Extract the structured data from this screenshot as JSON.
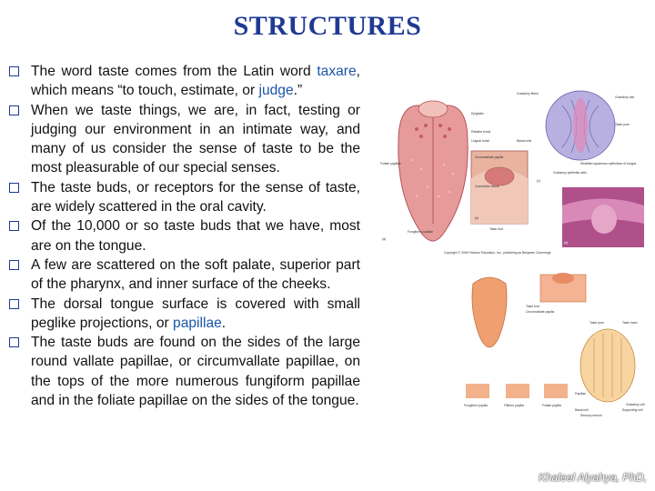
{
  "title": "STRUCTURES",
  "bullets": [
    {
      "parts": [
        "The word taste comes from the Latin word ",
        "taxare",
        ", which means  “to touch, estimate, or ",
        "judge",
        ".”"
      ]
    },
    {
      "parts": [
        "When we taste things, we are, in fact, testing or judging our environment in an intimate way, and many of us consider the sense of taste to be the most pleasurable of our special senses."
      ]
    },
    {
      "parts": [
        "The taste buds, or receptors for the sense of taste, are widely scattered in the oral cavity."
      ]
    },
    {
      "parts": [
        "Of the 10,000 or so taste buds that we have, most are on the tongue."
      ]
    },
    {
      "parts": [
        "A few are scattered on the soft palate, superior part of the pharynx, and inner surface of the cheeks."
      ]
    },
    {
      "parts": [
        "The dorsal tongue surface is covered with small peglike projections, or ",
        "papillae",
        "."
      ]
    },
    {
      "parts": [
        "The taste buds are found on the sides of the large round vallate papillae, or circumvallate papillae, on the tops of the more numerous fungiform papillae and in the foliate papillae on the sides of the tongue."
      ]
    }
  ],
  "figure_top_labels": {
    "epiglottis": "Epiglottis",
    "palatine_tonsil": "Palatine tonsil",
    "lingual_tonsil": "Lingual tonsil",
    "foliate_papillae": "Foliate papillae",
    "fungiform_papillae": "Fungiform papillae",
    "circumvallate_papilla": "Circumvallate papilla",
    "taste_bud": "Taste bud",
    "gustatory_hair": "Gustatory hair",
    "taste_pore": "Taste pore",
    "basal_cells": "Basal cells",
    "gustatory_fibers": "Gustatory fibers",
    "connective_tissue": "Connective tissue",
    "gustatory_epithelial_cells": "Gustatory epithelial cells",
    "stratified_epithelium": "Stratified squamous epithelium of tongue",
    "panel_a": "(a)",
    "panel_b": "(b)",
    "panel_c": "(c)",
    "panel_d": "(d)",
    "copyright": "Copyright © 2006 Pearson Education, Inc., publishing as Benjamin Cummings."
  },
  "figure_bottom_labels": {
    "taste_bud": "Taste bud",
    "circumvallate": "Circumvallate papilla",
    "taste_pore": "Taste pore",
    "taste_hairs": "Taste hairs",
    "basal_cell": "Basal cell",
    "sensory_neuron": "Sensory neuron",
    "supporting_cell": "Supporting cell",
    "gustatory_cell": "Gustatory cell",
    "papillae": "Papillae",
    "fungiform": "Fungiform papilla",
    "filiform": "Filiform papilla",
    "foliate": "Foliate papilla"
  },
  "credit": "Khaleel Alyahya, PhD,",
  "colors": {
    "title": "#1f3a93",
    "highlight": "#1a55a8",
    "bullet_box": "#1f3a93"
  }
}
